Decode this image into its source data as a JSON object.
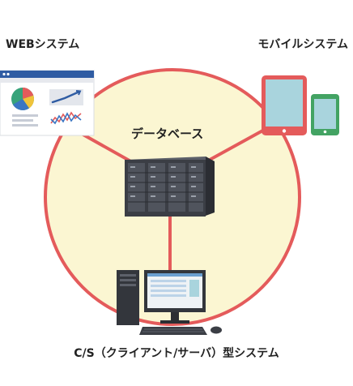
{
  "labels": {
    "web": "WEBシステム",
    "mobile": "モバイルシステム",
    "database": "データベース",
    "client_server": "C/S（クライアント/サーバ）型システム"
  },
  "colors": {
    "circle_fill": "#fbf6d2",
    "circle_stroke": "#e45b5b",
    "spoke": "#e45b5b",
    "tablet_frame": "#e45b5b",
    "tablet_screen": "#a9d4dd",
    "phone_frame": "#43a363",
    "phone_screen": "#a9d4dd",
    "server_body": "#3b3e45",
    "monitor_frame": "#33363c",
    "browser_bar": "#2f5ca3",
    "pie_colors": [
      "#f0c33a",
      "#37a37a",
      "#e45b5b",
      "#3a76c3"
    ]
  },
  "icons": [
    "browser-window-icon",
    "tablet-icon",
    "smartphone-icon",
    "server-rack-icon",
    "desktop-computer-icon"
  ]
}
